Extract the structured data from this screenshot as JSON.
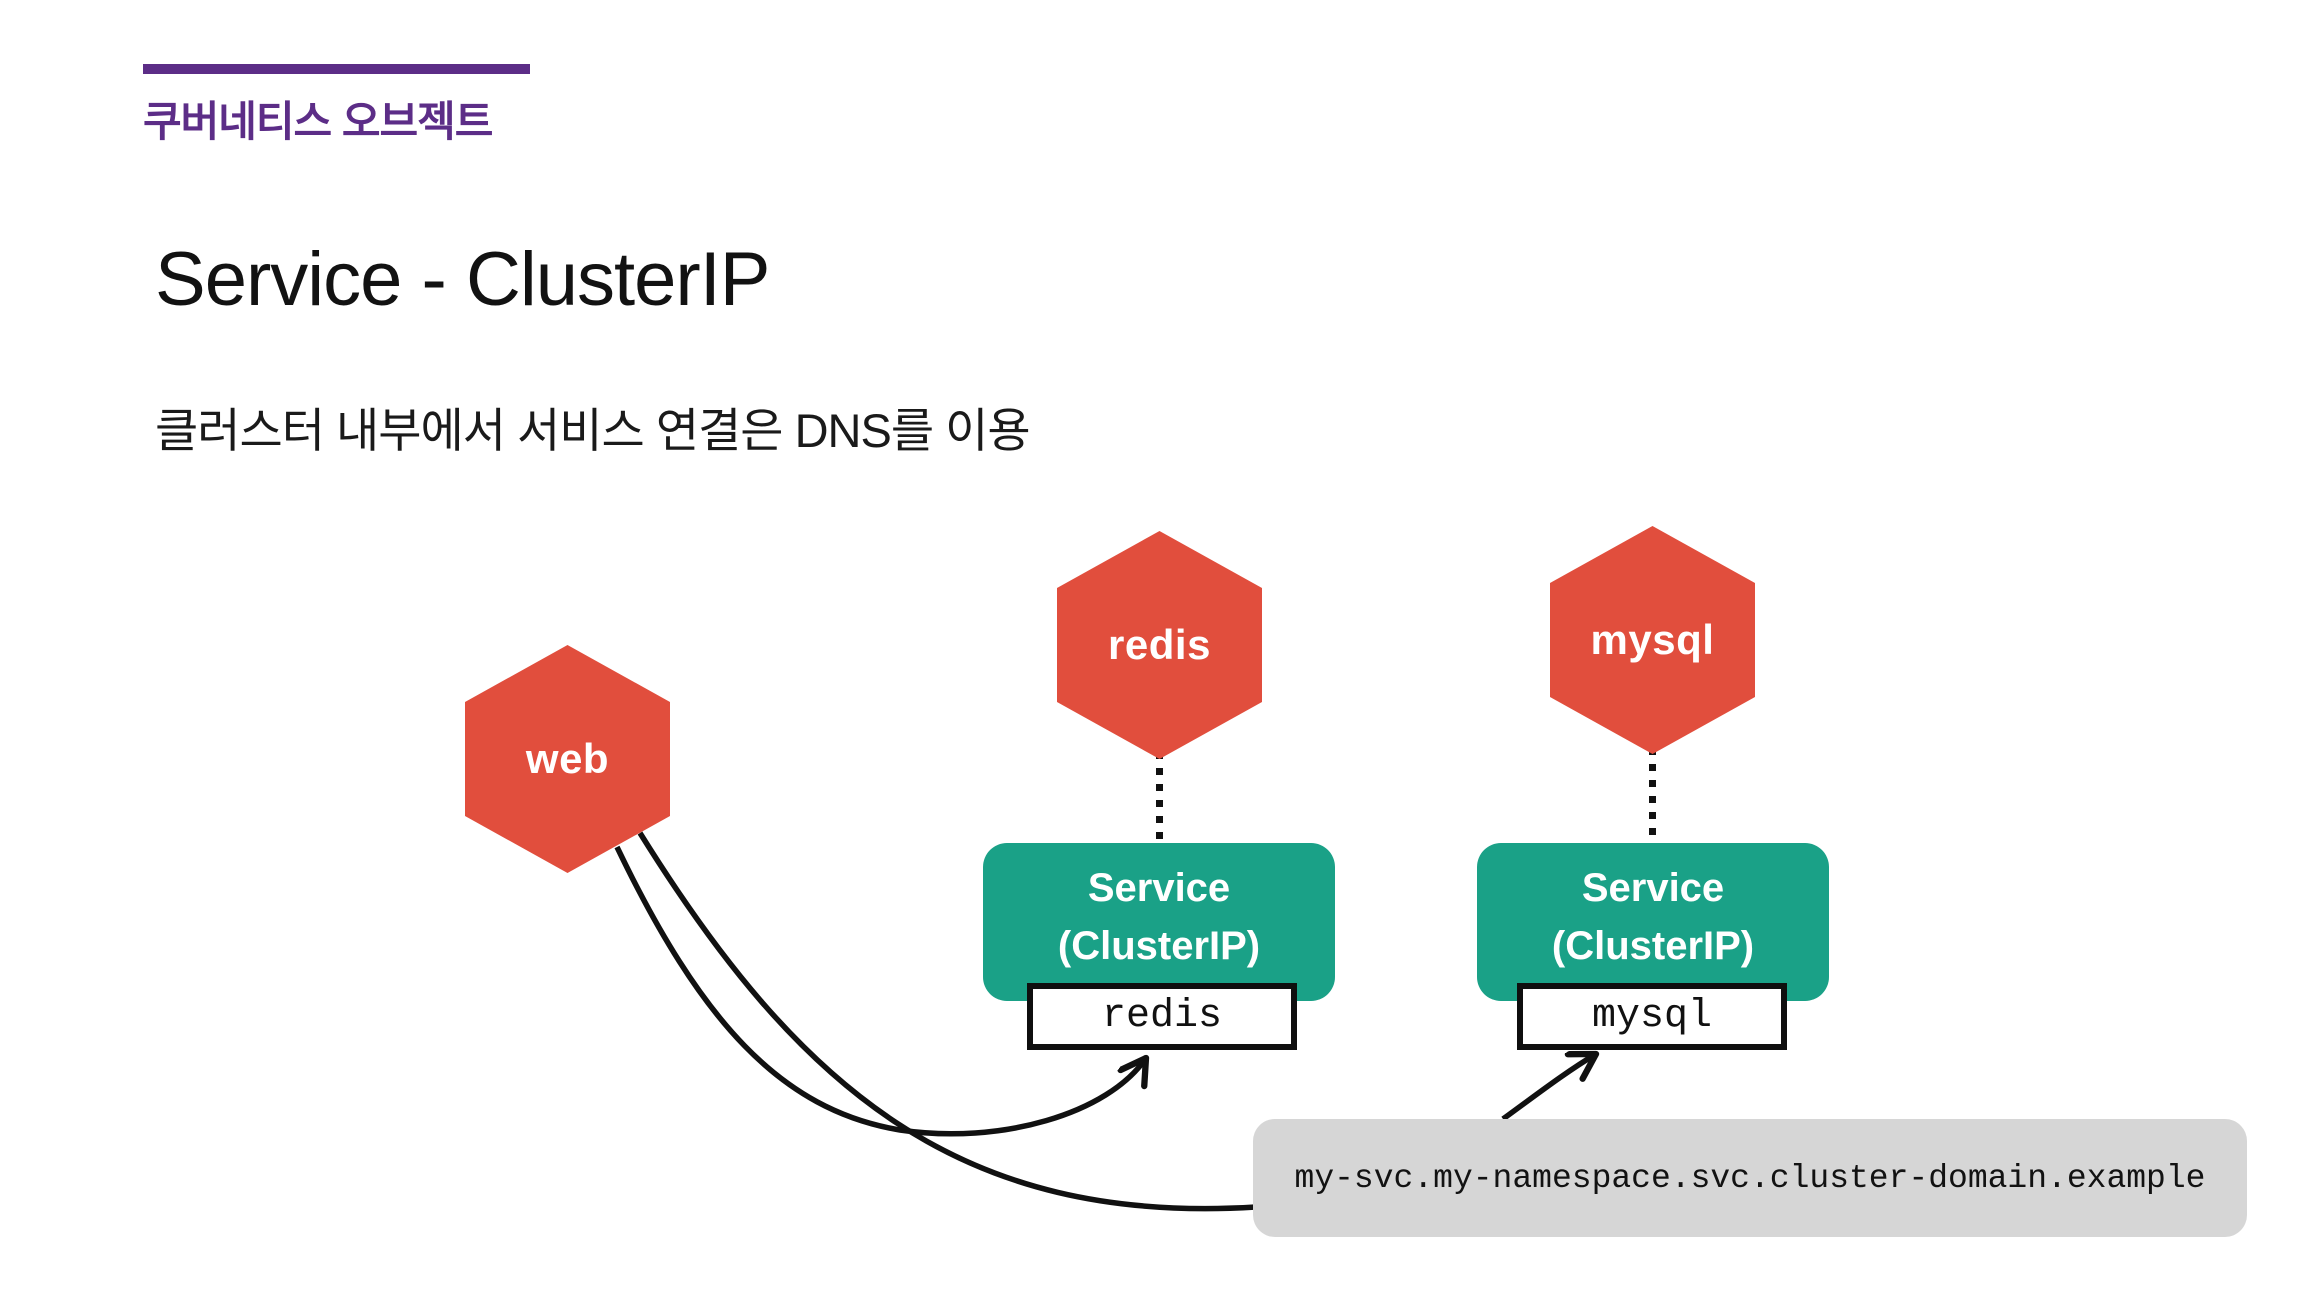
{
  "slide": {
    "eyebrow": "쿠버네티스 오브젝트",
    "title": "Service - ClusterIP",
    "subtitle": "클러스터 내부에서 서비스 연결은 DNS를 이용"
  },
  "diagram": {
    "pods": [
      {
        "label": "web"
      },
      {
        "label": "redis"
      },
      {
        "label": "mysql"
      }
    ],
    "services": [
      {
        "title": "Service",
        "subtitle": "(ClusterIP)",
        "name": "redis"
      },
      {
        "title": "Service",
        "subtitle": "(ClusterIP)",
        "name": "mysql"
      }
    ],
    "dns": {
      "text": "my-svc.my-namespace.svc.cluster-domain.example"
    }
  },
  "colors": {
    "accent_purple": "#5C2D87",
    "pod_red": "#E14E3D",
    "service_teal": "#1AA187",
    "dns_gray": "#D6D6D6",
    "line_black": "#111111"
  }
}
